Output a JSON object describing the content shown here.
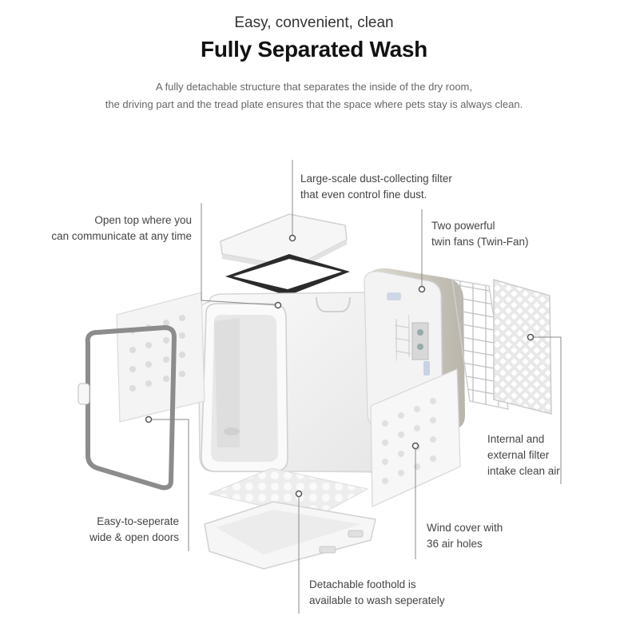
{
  "header": {
    "tagline": "Easy, convenient, clean",
    "title": "Fully Separated Wash",
    "desc_line1": "A fully detachable structure that separates the inside of the dry room,",
    "desc_line2": "the driving part and the tread plate ensures that the space where pets stay is always clean."
  },
  "callouts": {
    "filter": {
      "line1": "Large-scale dust-collecting filter",
      "line2": "that even control fine dust."
    },
    "open_top": {
      "line1": "Open top where you",
      "line2": "can communicate at any time"
    },
    "fans": {
      "line1": "Two powerful",
      "line2": "twin fans (Twin-Fan)"
    },
    "intake": {
      "line1": "Internal and",
      "line2": "external filter",
      "line3": "intake clean air"
    },
    "doors": {
      "line1": "Easy-to-seperate",
      "line2": "wide & open doors"
    },
    "wind_cover": {
      "line1": "Wind cover with",
      "line2": "36 air holes"
    },
    "foothold": {
      "line1": "Detachable foothold is",
      "line2": "available to wash seperately"
    }
  },
  "colors": {
    "line": "#888888",
    "body": "#f1f1f1",
    "frame": "#8c8c8c",
    "gray_panel": "#c9c5bb"
  }
}
